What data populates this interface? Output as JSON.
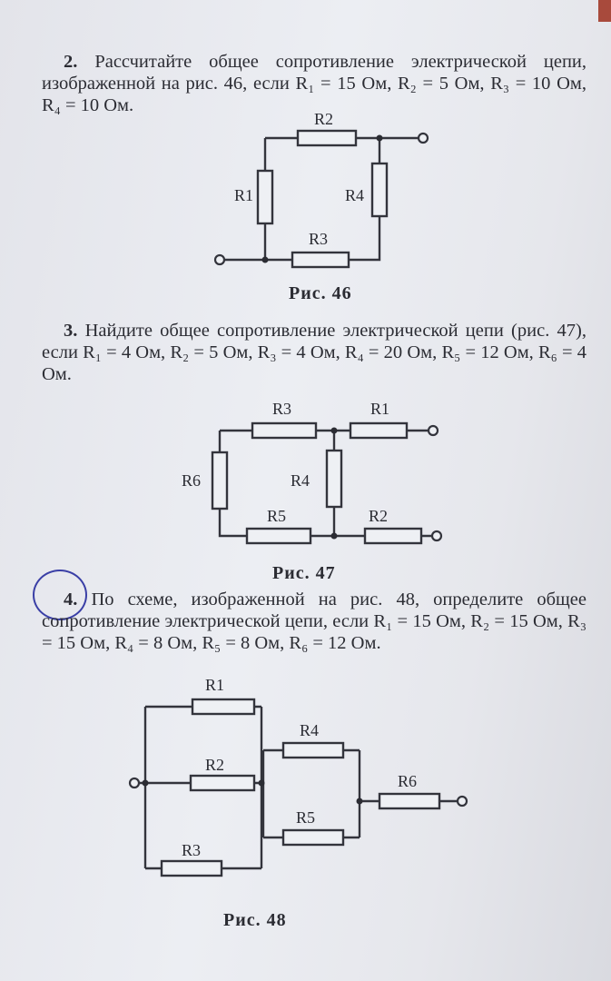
{
  "problems": [
    {
      "number": "2.",
      "text": "Рассчитайте общее сопротивление электрической цепи, изображенной на рис. 46, если R₁ = 15 Ом, R₂ = 5 Ом, R₃ = 10 Ом, R₄ = 10 Ом.",
      "figure_caption": "Рис. 46",
      "labels": {
        "r1": "R1",
        "r2": "R2",
        "r3": "R3",
        "r4": "R4"
      }
    },
    {
      "number": "3.",
      "text": "Найдите общее сопротивление электрической цепи (рис. 47), если R₁ = 4 Ом, R₂ = 5 Ом, R₃ = 4 Ом, R₄ = 20 Ом, R₅ = 12 Ом, R₆ = 4 Ом.",
      "figure_caption": "Рис. 47",
      "labels": {
        "r1": "R1",
        "r2": "R2",
        "r3": "R3",
        "r4": "R4",
        "r5": "R5",
        "r6": "R6"
      }
    },
    {
      "number": "4.",
      "text": "По схеме, изображенной на рис. 48, определите общее сопротивление электрической цепи, если R₁ = 15 Ом, R₂ = 15 Ом, R₃ = 15 Ом, R₄ = 8 Ом, R₅ = 8 Ом, R₆ = 12 Ом.",
      "figure_caption": "Рис. 48",
      "labels": {
        "r1": "R1",
        "r2": "R2",
        "r3": "R3",
        "r4": "R4",
        "r5": "R5",
        "r6": "R6"
      }
    }
  ],
  "colors": {
    "paper": "#e8e9ee",
    "ink": "#2b2c33",
    "pen_circle": "#3a3fa6"
  }
}
